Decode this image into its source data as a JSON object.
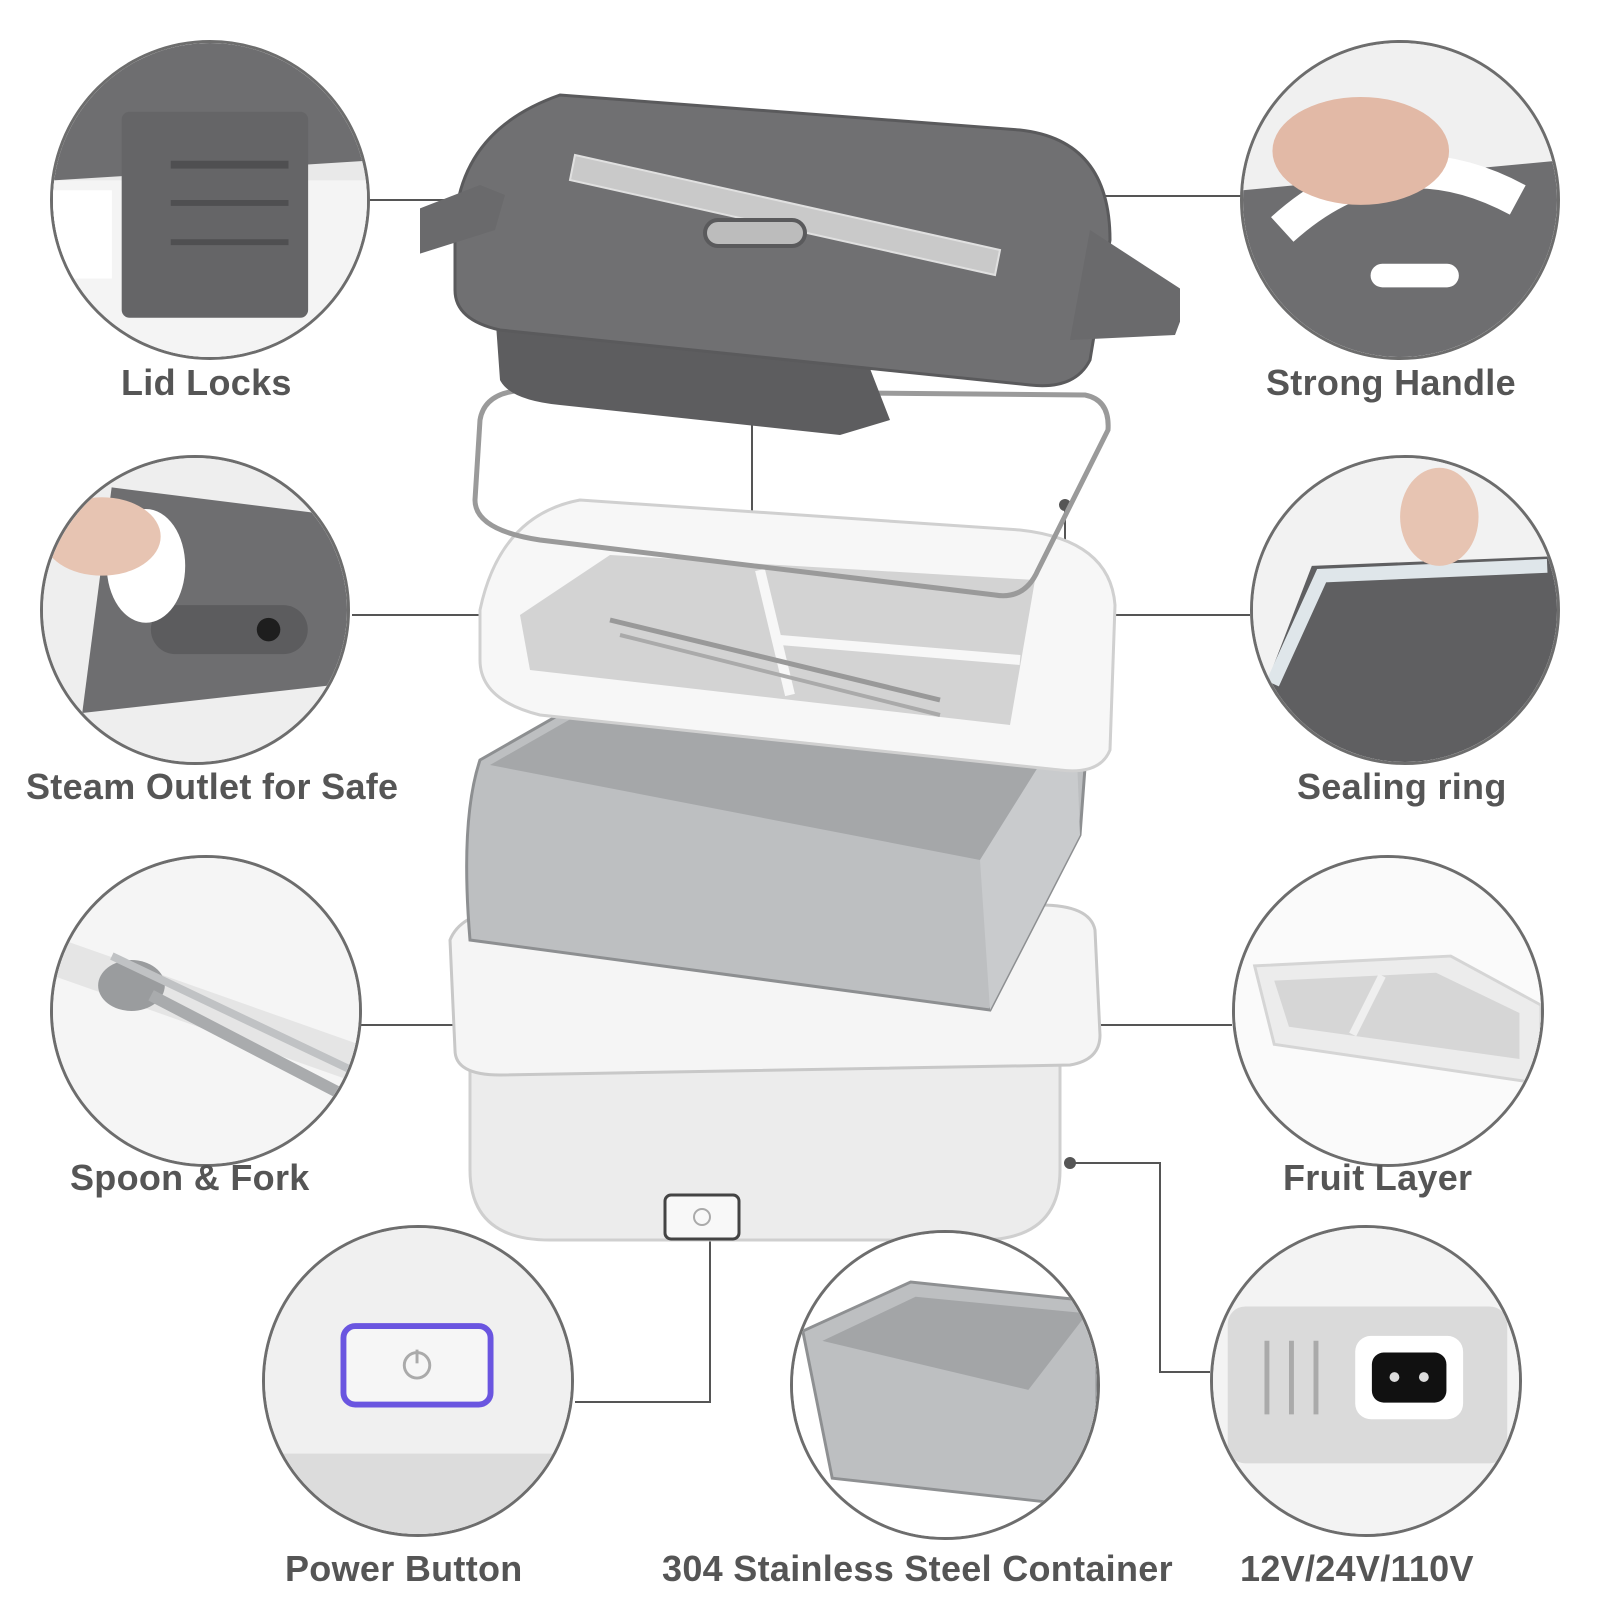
{
  "labels": {
    "lid_locks": "Lid Locks",
    "strong_handle": "Strong Handle",
    "steam_outlet": "Steam Outlet for Safe",
    "sealing_ring": "Sealing ring",
    "spoon_fork": "Spoon & Fork",
    "fruit_layer": "Fruit Layer",
    "power_button": "Power Button",
    "stainless_container": "304 Stainless Steel Container",
    "voltage": "12V/24V/110V"
  },
  "colors": {
    "lid_gray": "#6e6e70",
    "body_white": "#ececec",
    "steel": "#b7b9bb",
    "power_led": "#6a55e0",
    "callout_line": "#555555"
  }
}
